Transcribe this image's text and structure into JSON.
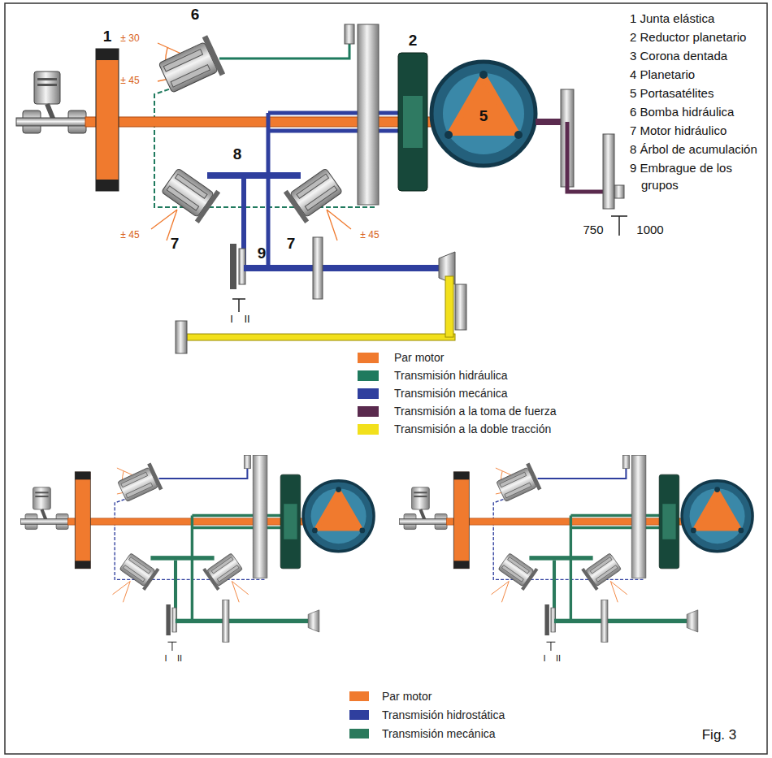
{
  "diagram": {
    "caption": "Fig. 3",
    "labels": [
      "6",
      "1",
      "2",
      "± 30",
      "± 45",
      "5",
      "1 Junta elástica",
      "2 Reductor planetario",
      "3 Corona dentada",
      "4 Planetario",
      "5 Portasatélites",
      "6 Bomba hidráulica",
      "7 Motor hidráulico",
      "8 Árbol de acumulación",
      "9 Embrague de los grupos",
      "8",
      "± 45",
      "7",
      "7",
      "± 45",
      "9",
      "750",
      "1000",
      "I",
      "II",
      "I",
      "II",
      "I",
      "II"
    ],
    "legend": [
      {
        "text": "Par motor",
        "color": "#f07a2e"
      },
      {
        "text": "Transmisión hidráulica",
        "color": "#1f7a5e"
      },
      {
        "text": "Transmisión mecánica",
        "color": "#2f3f9e"
      },
      {
        "text": "Transmisión a la toma de fuerza",
        "color": "#5a2a4e"
      },
      {
        "text": "Transmisión a la doble tracción",
        "color": "#f2e01c"
      },
      {
        "text": "Par motor",
        "color": "#f07a2e"
      },
      {
        "text": "Transmisión hidrostática",
        "color": "#2f3f9e"
      },
      {
        "text": "Transmisión mecánica",
        "color": "#2a7a5c"
      }
    ]
  }
}
